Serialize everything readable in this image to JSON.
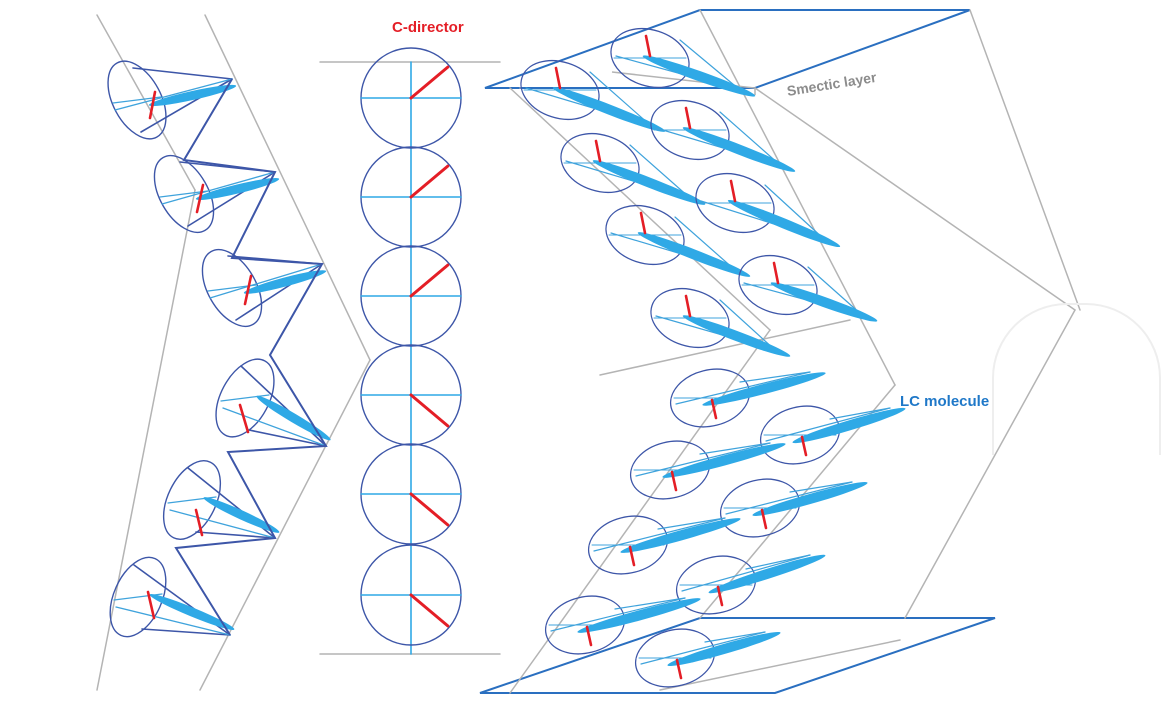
{
  "labels": {
    "c_director": "C-director",
    "smectic_layer": "Smectic layer",
    "lc_molecule": "LC molecule"
  },
  "colors": {
    "c_director": "#e41e26",
    "smectic_layer": "#8c8c8c",
    "lc_molecule": "#1f78c8",
    "molecule_fill": "#2fa9e6",
    "cone_edge": "#3d56a8",
    "layer_plane": "#2a6fc0",
    "guide_line": "#b4b4b4"
  },
  "icons": {
    "left_cones": "cone-icon",
    "director_circles": "circle-icon",
    "right_cones": "cone-icon"
  }
}
